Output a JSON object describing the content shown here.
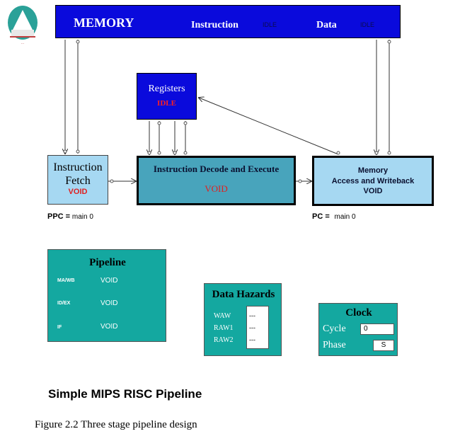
{
  "logo": {
    "text": "..."
  },
  "memory": {
    "title": "MEMORY",
    "instruction_label": "Instruction",
    "instruction_status": "IDLE",
    "data_label": "Data",
    "data_status": "IDLE"
  },
  "registers": {
    "label": "Registers",
    "status": "IDLE"
  },
  "fetch": {
    "line1": "Instruction",
    "line2": "Fetch",
    "status": "VOID"
  },
  "decode": {
    "label": "Instruction Decode and Execute",
    "status": "VOID"
  },
  "memaccess": {
    "line1": "Memory",
    "line2": "Access and Writeback",
    "status": "VOID"
  },
  "ppc": {
    "label": "PPC =",
    "value": "main 0"
  },
  "pc": {
    "label": "PC =",
    "value": "main 0"
  },
  "pipeline": {
    "title": "Pipeline",
    "rows": [
      {
        "stage": "MA/WB",
        "value": "VOID"
      },
      {
        "stage": "ID/EX",
        "value": "VOID"
      },
      {
        "stage": "IF",
        "value": "VOID"
      }
    ]
  },
  "hazards": {
    "title": "Data Hazards",
    "rows": [
      {
        "label": "WAW",
        "value": "---"
      },
      {
        "label": "RAW1",
        "value": "---"
      },
      {
        "label": "RAW2",
        "value": "---"
      }
    ]
  },
  "clock": {
    "title": "Clock",
    "cycle_label": "Cycle",
    "cycle_value": "0",
    "phase_label": "Phase",
    "phase_value": "S"
  },
  "caption": {
    "title": "Simple MIPS RISC Pipeline",
    "figure": "Figure 2.2 Three stage pipeline design"
  },
  "colors": {
    "memory_blue": "#0a0adc",
    "stage_light": "#a6d8f2",
    "decode_teal": "#48a4bc",
    "panel_teal": "#14a8a0",
    "status_red": "#e02020"
  }
}
